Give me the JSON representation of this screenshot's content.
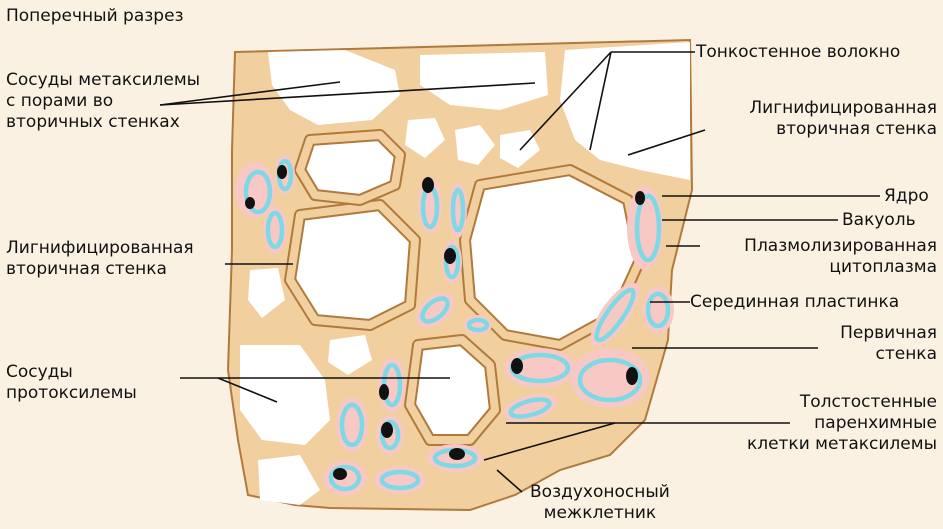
{
  "title": "Поперечный разрез",
  "labels": {
    "metaxylem_vessels": [
      "Сосуды метаксилемы",
      "с порами во",
      "вторичных стенках"
    ],
    "thin_fiber": "Тонкостенное волокно",
    "lignified_wall_right": [
      "Лигнифицированная",
      "вторичная стенка"
    ],
    "nucleus": "Ядро",
    "vacuole": "Вакуоль",
    "plasmolyzed": [
      "Плазмолизированная",
      "цитоплазма"
    ],
    "middle_lamella": "Серединная пластинка",
    "primary_wall": [
      "Первичная",
      "стенка"
    ],
    "lignified_wall_left": [
      "Лигнифицированная",
      "вторичная стенка"
    ],
    "protoxylem": [
      "Сосуды",
      "протоксилемы"
    ],
    "parenchyma": [
      "Толстостенные",
      "паренхимные",
      "клетки метаксилемы"
    ],
    "air_space": [
      "Воздухоносный",
      "межклетник"
    ]
  },
  "colors": {
    "background": "#fbf1e3",
    "cell_wall": "#f2cf9e",
    "wall_outline": "#b07a3c",
    "lumen": "#ffffff",
    "cytoplasm": "#f7c8c4",
    "vacuole_ring": "#7fd8e6",
    "nucleus": "#111111"
  }
}
